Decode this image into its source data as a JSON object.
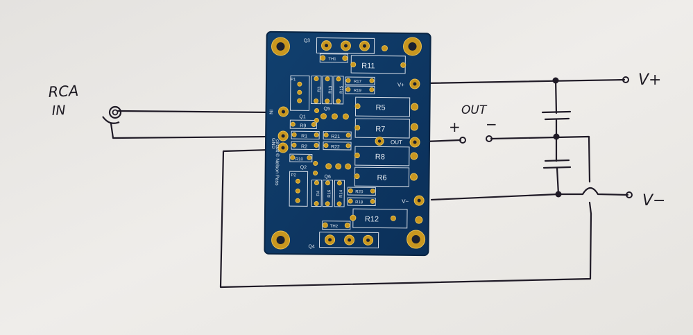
{
  "labels": {
    "rca": "RCA",
    "in": "IN",
    "out": "OUT",
    "plus": "+",
    "minus": "−",
    "vplus": "V+",
    "vminus": "V−"
  },
  "pcb": {
    "parts": {
      "q1": "Q1",
      "q2": "Q2",
      "q3": "Q3",
      "q4": "Q4",
      "q5": "Q5",
      "q6": "Q6",
      "r1": "R1",
      "r2": "R2",
      "r3": "R3",
      "r4": "R4",
      "r5": "R5",
      "r6": "R6",
      "r7": "R7",
      "r8": "R8",
      "r9": "R9",
      "r10": "R10",
      "r11": "R11",
      "r12": "R12",
      "r13": "R13",
      "r14": "R14",
      "r15": "R15",
      "r16": "R16",
      "r17": "R17",
      "r18": "R18",
      "r19": "R19",
      "r20": "R20",
      "r21": "R21",
      "r22": "R22",
      "p1": "P1",
      "p2": "P2",
      "th1": "TH1",
      "th2": "TH2"
    },
    "pins": {
      "in": "IN",
      "gnd": "GND",
      "vplus": "V+",
      "vminus": "V−",
      "out": "OUT"
    },
    "credit": "circuit © Nelson Pass"
  },
  "colors": {
    "paper": "#ebe9e6",
    "ink": "#1f1a26",
    "board": "#0f3a6a",
    "pad": "#c9971f",
    "silk": "#e6ecf2"
  }
}
